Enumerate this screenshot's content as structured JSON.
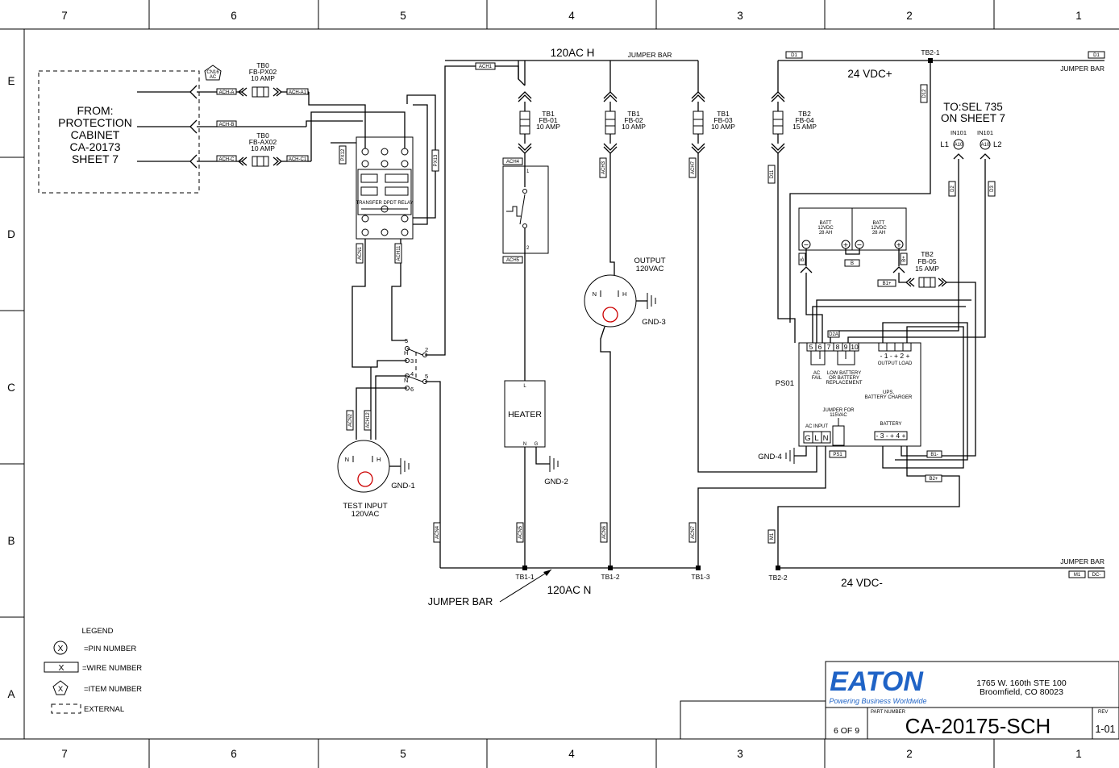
{
  "border": {
    "cols": [
      "7",
      "6",
      "5",
      "4",
      "3",
      "2",
      "1"
    ],
    "rows": [
      "E",
      "D",
      "C",
      "B",
      "A"
    ]
  },
  "from_block": {
    "lines": [
      "FROM:",
      "PROTECTION",
      "CABINET",
      "CA-20173",
      "SHEET 7"
    ]
  },
  "item_tag": {
    "top": "CN16",
    "bottom": "AC"
  },
  "tb0_px": {
    "name": "TB0",
    "id": "FB-PX02",
    "rating": "10 AMP"
  },
  "tb0_ax": {
    "name": "TB0",
    "id": "FB-AX02",
    "rating": "10 AMP"
  },
  "tb1_01": {
    "name": "TB1",
    "id": "FB-01",
    "rating": "10 AMP"
  },
  "tb1_02": {
    "name": "TB1",
    "id": "FB-02",
    "rating": "10 AMP"
  },
  "tb1_03": {
    "name": "TB1",
    "id": "FB-03",
    "rating": "10 AMP"
  },
  "tb2_04": {
    "name": "TB2",
    "id": "FB-04",
    "rating": "15 AMP"
  },
  "tb2_05": {
    "name": "TB2",
    "id": "FB-05",
    "rating": "15 AMP"
  },
  "wires": {
    "acha": "ACH-A",
    "acha1": "ACH-A1",
    "achb": "ACH-B",
    "achc": "ACH-C",
    "achc1": "ACH-C1",
    "ach1": "ACH1",
    "ach4": "ACH4",
    "ach5": "ACH5",
    "ach3": "ACH3",
    "ach7": "ACH7",
    "px12": "PX12",
    "px13": "PX13",
    "acn1": "ACN1",
    "ach11": "ACH11",
    "acn2": "ACN2",
    "ach12": "ACH12",
    "acn4": "ACN4",
    "acn5": "ACN5",
    "acn6": "ACN6",
    "acn7": "ACN7",
    "d1": "D1",
    "d12": "D12",
    "d11": "D11",
    "d2": "D2",
    "d3": "D3",
    "b_minus": "B-",
    "b": "B",
    "b_plus": "B+",
    "b1plus": "B1+",
    "b1minus": "B1-",
    "b2plus": "B2+",
    "d2a": "D2A",
    "ps1": "PS1",
    "m1": "M1",
    "dc_minus": "DC-"
  },
  "labels": {
    "ac_h": "120AC H",
    "ac_n": "120AC N",
    "jumper": "JUMPER BAR",
    "vdc_plus": "24 VDC+",
    "vdc_minus": "24 VDC-",
    "tb2_1": "TB2-1",
    "tb2_2": "TB2-2",
    "tb1_1": "TB1-1",
    "tb1_2": "TB1-2",
    "tb1_3": "TB1-3",
    "gnd1": "GND-1",
    "gnd2": "GND-2",
    "gnd3": "GND-3",
    "gnd4": "GND-4",
    "heater": "HEATER",
    "relay": "TRANSFER DPDT RELAY",
    "test_input": [
      "TEST INPUT",
      "120VAC"
    ],
    "output": [
      "OUTPUT",
      "120VAC"
    ],
    "to_sel": [
      "TO:SEL 735",
      "ON SHEET 7"
    ],
    "in101": "IN101",
    "l1": "L1",
    "l2": "L2",
    "a10": "A10",
    "batt": [
      "BATT",
      "12VDC",
      "28 AH"
    ],
    "ps01": "PS01",
    "ups": [
      "UPS,",
      "BATTERY CHARGER"
    ],
    "ac_fail": [
      "AC",
      "FAIL"
    ],
    "low_batt": [
      "LOW BATTERY",
      "OR BATTERY",
      "REPLACEMENT"
    ],
    "output_load": "OUTPUT LOAD",
    "out_terms": "- 1 -  + 2 +",
    "jumper_for": [
      "JUMPER FOR",
      "115VAC"
    ],
    "ac_input": "AC INPUT",
    "battery": "BATTERY",
    "batt_terms": "- 3 -  + 4 +",
    "gln": [
      "G",
      "L",
      "N"
    ],
    "pins": [
      "5",
      "6",
      "7",
      "8",
      "9",
      "10"
    ],
    "n": "N",
    "h": "H",
    "l": "L",
    "g": "G"
  },
  "legend": {
    "title": "LEGEND",
    "pin": "=PIN NUMBER",
    "wire": "=WIRE NUMBER",
    "item": "=ITEM NUMBER",
    "external": "EXTERNAL",
    "sym": "X"
  },
  "title_block": {
    "logo": "EATON",
    "tagline": "Powering Business Worldwide",
    "address1": "1765 W. 160th STE 100",
    "address2": "Broomfield, CO 80023",
    "sheet": "6 OF 9",
    "part_label": "PART NUMBER",
    "part": "CA-20175-SCH",
    "rev_label": "REV",
    "rev": "1-01"
  }
}
